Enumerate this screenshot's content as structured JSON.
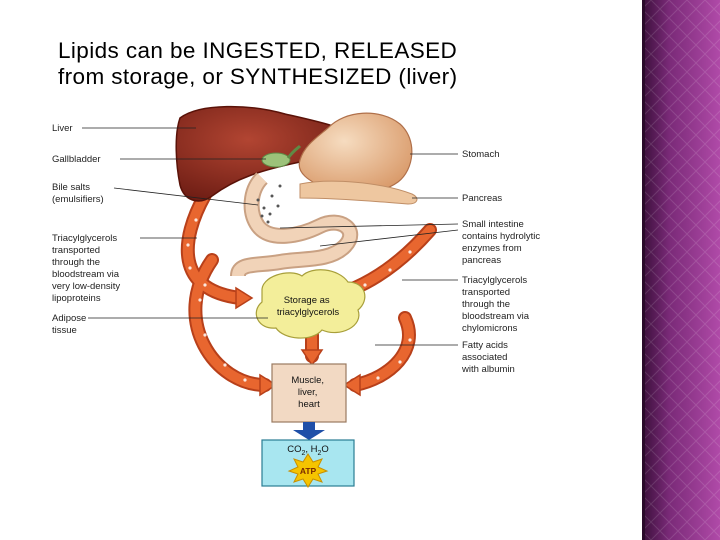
{
  "slide": {
    "title_lines": [
      "Lipids can be INGESTED, RELEASED",
      "from storage, or SYNTHESIZED (liver)"
    ]
  },
  "diagram": {
    "left_labels": [
      {
        "id": "liver",
        "lines": [
          "Liver"
        ]
      },
      {
        "id": "gallbladder",
        "lines": [
          "Gallbladder"
        ]
      },
      {
        "id": "bile-salts",
        "lines": [
          "Bile salts",
          "(emulsifiers)"
        ]
      },
      {
        "id": "tag-vldl",
        "lines": [
          "Triacylglycerols",
          "transported",
          "through the",
          "bloodstream via",
          "very low-density",
          "lipoproteins"
        ]
      },
      {
        "id": "adipose",
        "lines": [
          "Adipose",
          "tissue"
        ]
      }
    ],
    "right_labels": [
      {
        "id": "stomach",
        "lines": [
          "Stomach"
        ]
      },
      {
        "id": "pancreas",
        "lines": [
          "Pancreas"
        ]
      },
      {
        "id": "small-intestine",
        "lines": [
          "Small intestine",
          "contains hydrolytic",
          "enzymes from",
          "pancreas"
        ]
      },
      {
        "id": "tag-chylo",
        "lines": [
          "Triacylglycerols",
          "transported",
          "through the",
          "bloodstream via",
          "chylomicrons"
        ]
      },
      {
        "id": "fatty-acids",
        "lines": [
          "Fatty acids",
          "associated",
          "with albumin"
        ]
      }
    ],
    "storage_lines": [
      "Storage as",
      "triacylglycerols"
    ],
    "muscle_lines": [
      "Muscle,",
      "liver,",
      "heart"
    ],
    "products": {
      "co2": "CO",
      "co2_sub": "2",
      "sep": ", H",
      "h2o_sub": "2",
      "o": "O"
    },
    "atp": "ATP"
  },
  "colors": {
    "panel_dark": "#3a0f3a",
    "panel_mid": "#7a2a78",
    "panel_light": "#b04aa8",
    "vessel": "#e8662f",
    "vessel_edge": "#b8401a",
    "liver": "#8e2b20",
    "stomach": "#e7b98f",
    "intestine": "#f1d3b8",
    "storage_fill": "#f3ee9a",
    "muscle_fill": "#f2d9c3",
    "atp_box": "#a8e6f0",
    "atp_star": "#f5c400",
    "blue_arrow": "#1f4fa8",
    "gallbladder": "#9cc27a"
  }
}
